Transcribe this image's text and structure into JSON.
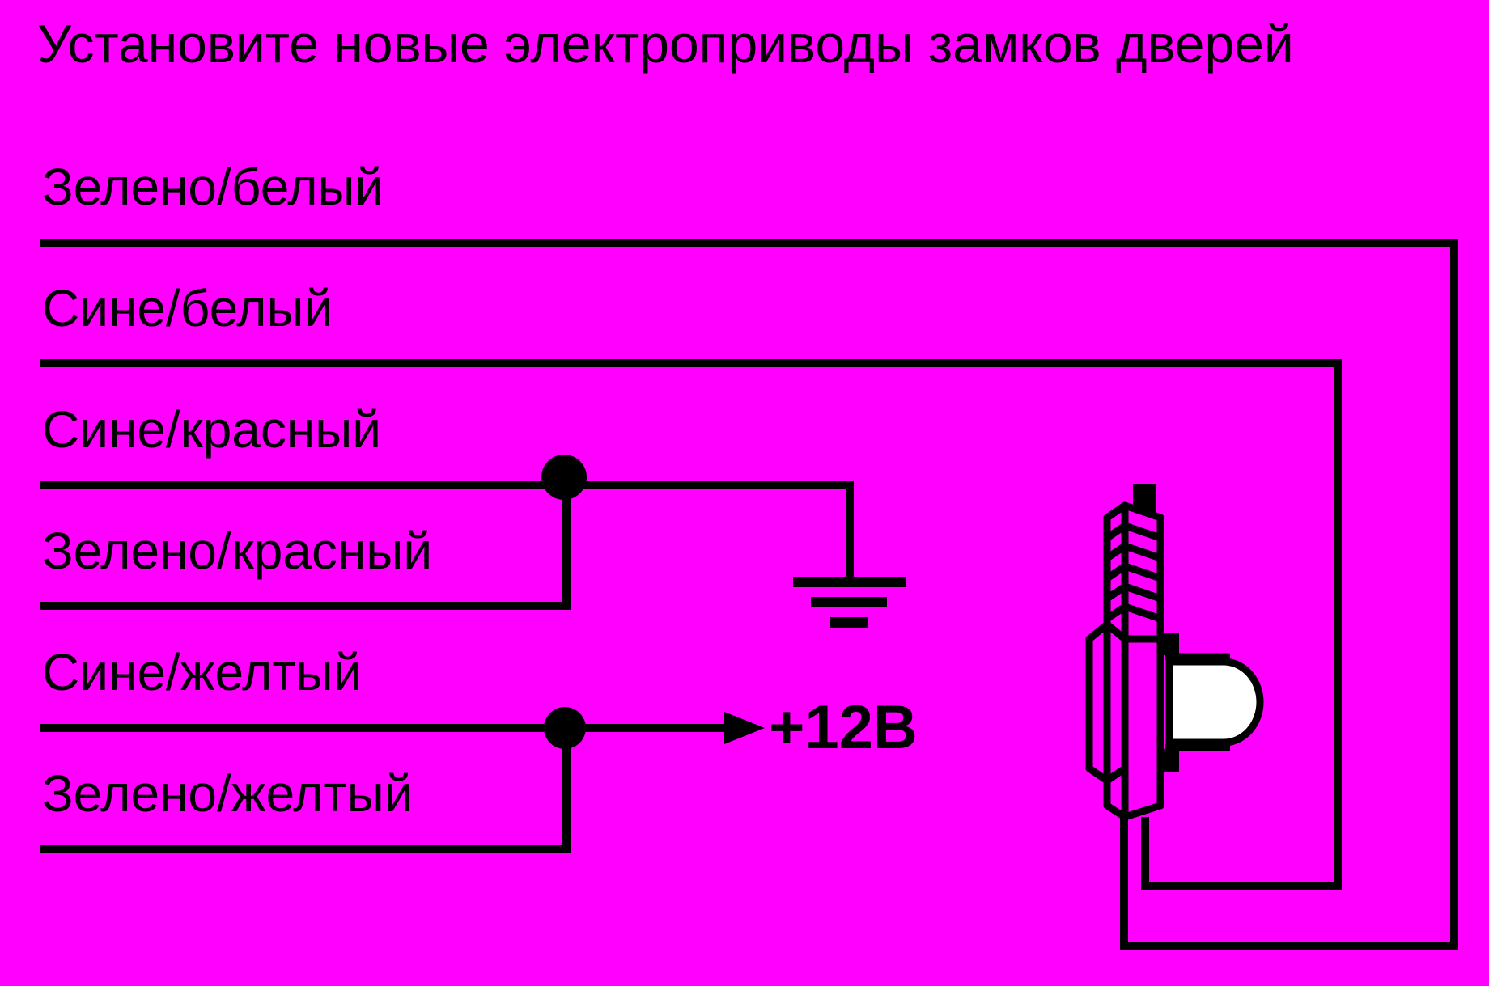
{
  "title": "Установите новые электроприводы замков дверей",
  "wires": [
    {
      "label": "Зелено/белый"
    },
    {
      "label": "Сине/белый"
    },
    {
      "label": "Сине/красный"
    },
    {
      "label": "Зелено/красный"
    },
    {
      "label": "Сине/желтый"
    },
    {
      "label": "Зелено/желтый"
    }
  ],
  "power_label": "+12В",
  "colors": {
    "background": "#ff00ff",
    "ink": "#000000",
    "lamp": "#ffffff"
  },
  "icons": [
    "ground-icon",
    "arrow-icon",
    "junction-dot-icon",
    "door-lock-actuator-icon"
  ]
}
